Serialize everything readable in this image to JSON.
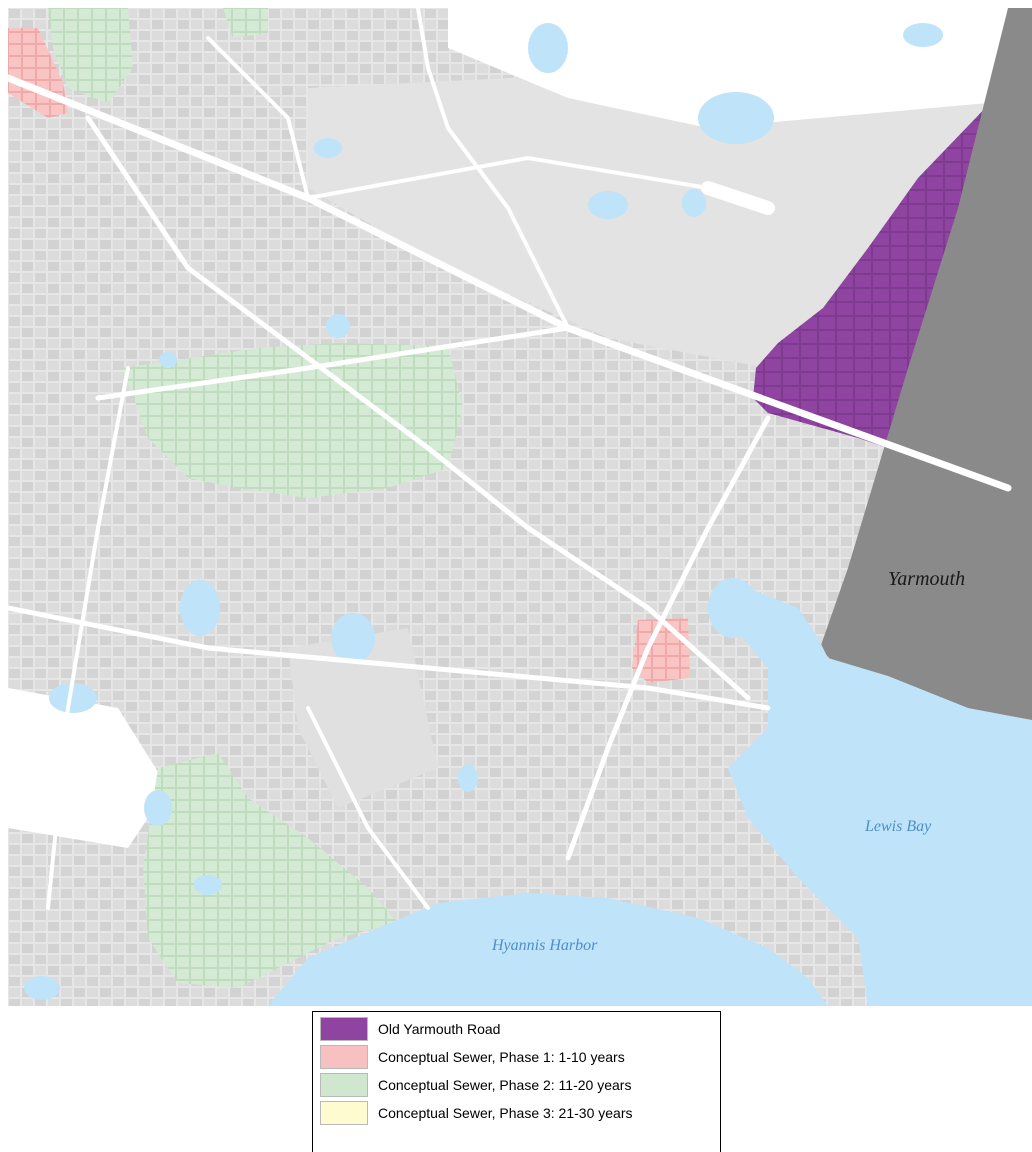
{
  "map": {
    "labels": {
      "town": "Yarmouth",
      "bay": "Lewis Bay",
      "harbor": "Hyannis Harbor"
    },
    "colors": {
      "land": "#e4e4e4",
      "parcels": "#d2d2d2",
      "roads": "#ffffff",
      "water": "#bfe3f8",
      "neighbor_town": "#8a8a8a",
      "old_yarmouth_road": "#8e44a0",
      "phase1": "#f8c1c1",
      "phase2": "#cfe7cf",
      "phase3": "#fdfbcf"
    }
  },
  "legend": {
    "items": [
      {
        "label": "Old Yarmouth Road",
        "color": "#8e44a0"
      },
      {
        "label": "Conceptual Sewer, Phase 1: 1-10 years",
        "color": "#f8c1c1"
      },
      {
        "label": "Conceptual Sewer, Phase 2: 11-20 years",
        "color": "#cfe7cf"
      },
      {
        "label": "Conceptual Sewer, Phase 3: 21-30 years",
        "color": "#fdfbcf"
      }
    ]
  }
}
